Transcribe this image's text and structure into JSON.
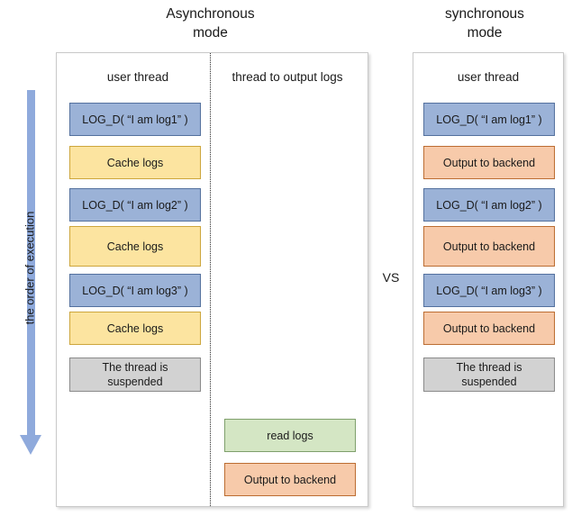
{
  "titles": {
    "async": "Asynchronous\nmode",
    "sync": "synchronous\nmode"
  },
  "vs_label": "VS",
  "order_label": "the order of execution",
  "async_panel": {
    "columns": [
      {
        "header": "user thread"
      },
      {
        "header": "thread to output logs"
      }
    ],
    "user_thread_steps": [
      {
        "label": "LOG_D( “I am log1” )",
        "kind": "blue"
      },
      {
        "label": "Cache logs",
        "kind": "yellow"
      },
      {
        "label": "LOG_D( “I am log2” )",
        "kind": "blue"
      },
      {
        "label": "Cache logs",
        "kind": "yellow"
      },
      {
        "label": "LOG_D( “I am log3” )",
        "kind": "blue"
      },
      {
        "label": "Cache logs",
        "kind": "yellow"
      },
      {
        "label": "The thread is\nsuspended",
        "kind": "grey"
      }
    ],
    "output_thread_steps": [
      {
        "label": "read logs",
        "kind": "green"
      },
      {
        "label": "Output to backend",
        "kind": "orange"
      }
    ]
  },
  "sync_panel": {
    "header": "user thread",
    "steps": [
      {
        "label": "LOG_D( “I am log1” )",
        "kind": "blue"
      },
      {
        "label": "Output to backend",
        "kind": "orange"
      },
      {
        "label": "LOG_D( “I am log2” )",
        "kind": "blue"
      },
      {
        "label": "Output to backend",
        "kind": "orange"
      },
      {
        "label": "LOG_D( “I am log3” )",
        "kind": "blue"
      },
      {
        "label": "Output to backend",
        "kind": "orange"
      },
      {
        "label": "The thread is\nsuspended",
        "kind": "grey"
      }
    ]
  },
  "colors": {
    "blue_fill": "#9BB2D7",
    "blue_border": "#54719E",
    "yellow_fill": "#FCE4A0",
    "yellow_border": "#CDA63C",
    "orange_fill": "#F7CAAA",
    "orange_border": "#BC6D32",
    "green_fill": "#D4E6C4",
    "green_border": "#7FA06C",
    "grey_fill": "#D2D2D2",
    "grey_border": "#8A8A8A",
    "arrow": "#8FAADC"
  }
}
